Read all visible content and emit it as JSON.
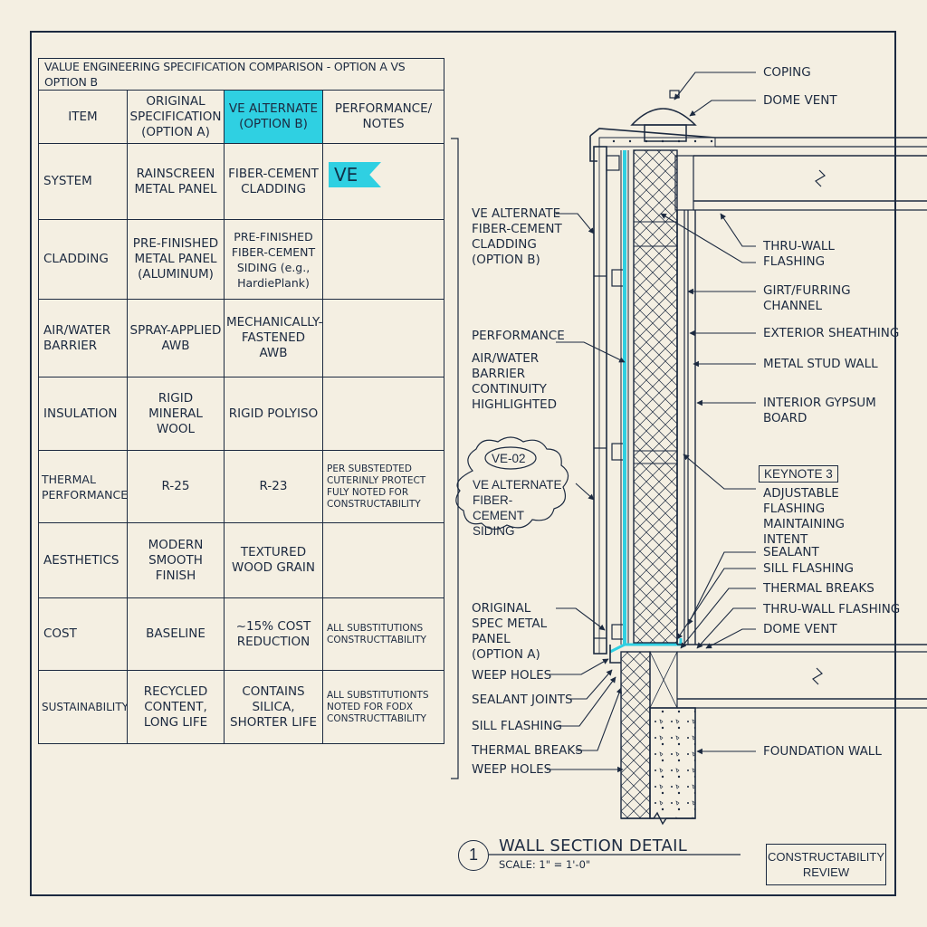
{
  "table": {
    "title": "VALUE ENGINEERING SPECIFICATION COMPARISON - OPTION A VS OPTION B",
    "headers": {
      "item": "ITEM",
      "original": "ORIGINAL SPECIFICATION (OPTION A)",
      "alternate": "VE ALTERNATE (OPTION B)",
      "performance": "PERFORMANCE/ NOTES"
    },
    "rows": [
      {
        "item": "SYSTEM",
        "original": "RAINSCREEN METAL PANEL",
        "alternate": "FIBER-CEMENT CLADDING",
        "notes": ""
      },
      {
        "item": "CLADDING",
        "original": "PRE-FINISHED METAL PANEL (ALUMINUM)",
        "alternate": "PRE-FINISHED FIBER-CEMENT SIDING (e.g., HardiePlank)",
        "notes": ""
      },
      {
        "item": "AIR/WATER BARRIER",
        "original": "SPRAY-APPLIED AWB",
        "alternate": "MECHANICALLY-FASTENED AWB",
        "notes": ""
      },
      {
        "item": "INSULATION",
        "original": "RIGID MINERAL WOOL",
        "alternate": "RIGID POLYISO",
        "notes": ""
      },
      {
        "item": "THERMAL PERFORMANCE",
        "original": "R-25",
        "alternate": "R-23",
        "notes": "PER SUBSTEDTED CUTERINLY PROTECT FULY NOTED FOR CONSTRUCTABILITY"
      },
      {
        "item": "AESTHETICS",
        "original": "MODERN SMOOTH FINISH",
        "alternate": "TEXTURED WOOD GRAIN",
        "notes": ""
      },
      {
        "item": "COST",
        "original": "BASELINE",
        "alternate": "~15% COST REDUCTION",
        "notes": "ALL SUBSTITUTIONS CONSTRUCTTABILITY"
      },
      {
        "item": "SUSTAINABILITY",
        "original": "RECYCLED CONTENT, LONG LIFE",
        "alternate": "CONTAINS SILICA, SHORTER LIFE",
        "notes": "ALL SUBSTITUTIONTS NOTED FOR FODX CONSTRUCTTABILITY"
      }
    ],
    "ve_flag": "VE"
  },
  "callouts_right": {
    "coping": "COPING",
    "dome_vent_top": "DOME VENT",
    "thru_wall_flashing_1": "THRU-WALL FLASHING",
    "girt": "GIRT/FURRING CHANNEL",
    "sheathing": "EXTERIOR SHEATHING",
    "stud_wall": "METAL STUD WALL",
    "gypsum": "INTERIOR GYPSUM BOARD",
    "keynote": "KEYNOTE 3",
    "adjustable": "ADJUSTABLE FLASHING MAINTAINING INTENT",
    "sealant": "SEALANT",
    "sill_flashing": "SILL FLASHING",
    "thermal_breaks": "THERMAL BREAKS",
    "thru_wall_flashing_2": "THRU-WALL FLASHING",
    "dome_vent_bottom": "DOME VENT",
    "foundation": "FOUNDATION WALL"
  },
  "callouts_left": {
    "ve_alternate": "VE ALTERNATE FIBER-CEMENT CLADDING (OPTION B)",
    "performance": "PERFORMANCE",
    "awb": "AIR/WATER BARRIER CONTINUITY HIGHLIGHTED",
    "cloud_tag": "VE-02",
    "cloud_text": "VE ALTERNATE FIBER-CEMENT SIDING",
    "original_spec": "ORIGINAL SPEC METAL PANEL (OPTION A)",
    "weep_holes_1": "WEEP HOLES",
    "sealant_joints": "SEALANT JOINTS",
    "sill_flashing": "SILL FLASHING",
    "thermal_breaks": "THERMAL BREAKS",
    "weep_holes_2": "WEEP HOLES"
  },
  "caption": {
    "number": "1",
    "title": "WALL SECTION DETAIL",
    "scale": "SCALE: 1\" = 1'-0\""
  },
  "stamp": "CONSTRUCTABILITY REVIEW",
  "colors": {
    "ink": "#1c2a40",
    "accent": "#2fd0e2",
    "paper": "#f4efe2"
  }
}
